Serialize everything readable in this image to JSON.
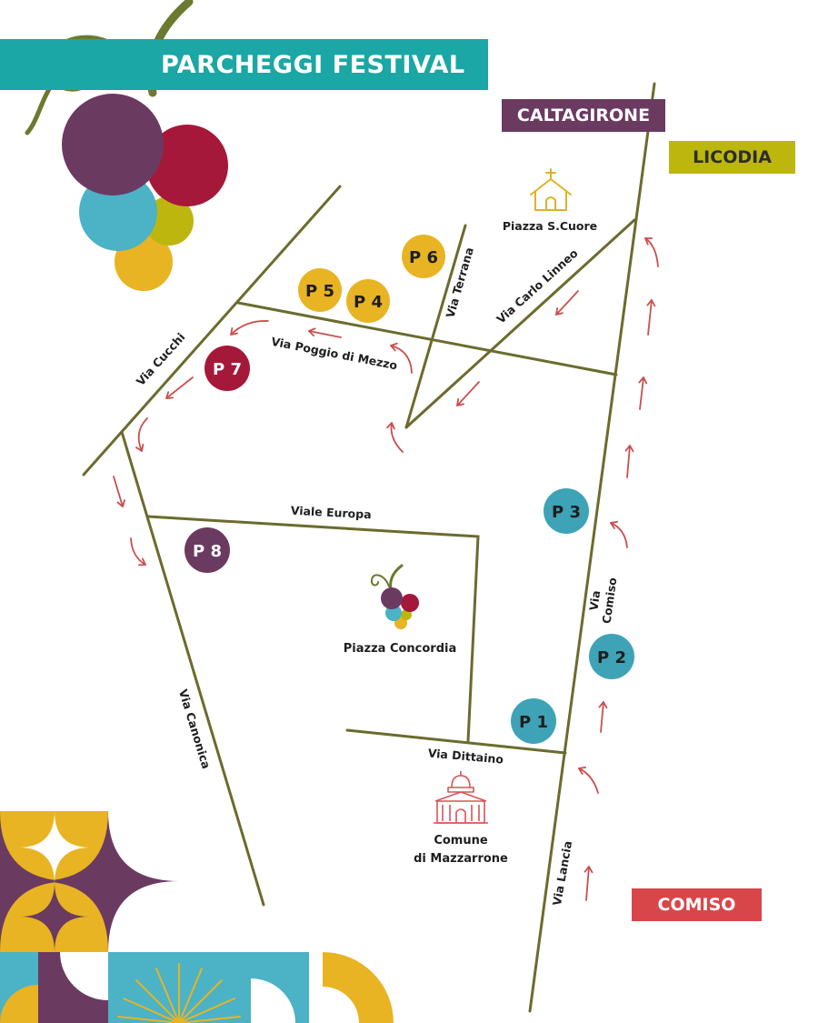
{
  "header": {
    "title": "PARCHEGGI FESTIVAL"
  },
  "destinations": {
    "caltagirone": "CALTAGIRONE",
    "licodia": "LICODIA",
    "comiso": "COMISO"
  },
  "streets": {
    "via_cucchi": "Via Cucchi",
    "via_poggio_di_mezzo": "Via Poggio di Mezzo",
    "via_terrana": "Via Terrana",
    "via_carlo_linneo": "Via Carlo Linneo",
    "viale_europa": "Viale Europa",
    "via_canonica": "Via Canonica",
    "via_comiso_line1": "Via",
    "via_comiso_line2": "Comiso",
    "via_dittaino": "Via Dittaino",
    "via_lancia": "Via Lancia"
  },
  "landmarks": {
    "piazza_sacro_cuore": "Piazza S.Cuore",
    "piazza_concordia": "Piazza Concordia",
    "comune_line1": "Comune",
    "comune_line2": "di Mazzarrone"
  },
  "parking": [
    {
      "id": "p1",
      "label": "P 1",
      "color": "#3ea3b6"
    },
    {
      "id": "p2",
      "label": "P 2",
      "color": "#3ea3b6"
    },
    {
      "id": "p3",
      "label": "P 3",
      "color": "#3ea3b6"
    },
    {
      "id": "p4",
      "label": "P 4",
      "color": "#e8b423"
    },
    {
      "id": "p5",
      "label": "P 5",
      "color": "#e8b423"
    },
    {
      "id": "p6",
      "label": "P 6",
      "color": "#e8b423"
    },
    {
      "id": "p7",
      "label": "P 7",
      "color": "#a5183a"
    },
    {
      "id": "p8",
      "label": "P 8",
      "color": "#6b3a61"
    }
  ],
  "colors": {
    "road": "#6b6b2e",
    "arrow": "#c9504f",
    "teal": "#1aa7a5",
    "purple": "#6b3a61",
    "crimson": "#a5183a",
    "olive": "#bdb60e",
    "yellow": "#e8b423",
    "blue": "#4cb2c6",
    "coral": "#d9464a"
  },
  "icons": {
    "church": "church-icon",
    "grapes": "grape-logo-icon",
    "town_hall": "town-hall-icon"
  }
}
